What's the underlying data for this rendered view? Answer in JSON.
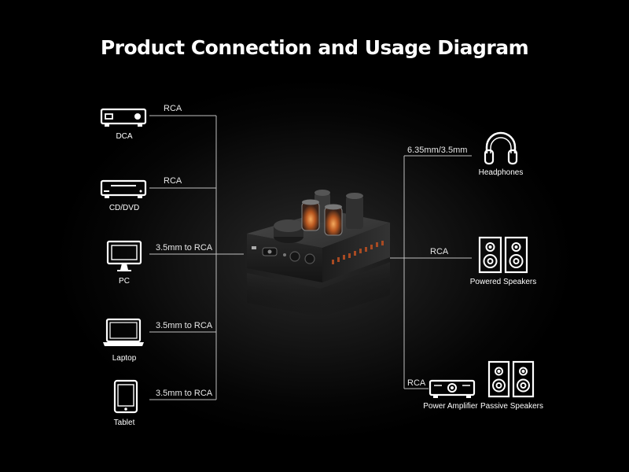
{
  "title": "Product Connection and Usage Diagram",
  "inputs": [
    {
      "device": "DCA",
      "icon": "dac-icon",
      "connection": "RCA"
    },
    {
      "device": "CD/DVD",
      "icon": "cd-dvd-player-icon",
      "connection": "RCA"
    },
    {
      "device": "PC",
      "icon": "monitor-icon",
      "connection": "3.5mm to RCA"
    },
    {
      "device": "Laptop",
      "icon": "laptop-icon",
      "connection": "3.5mm to RCA"
    },
    {
      "device": "Tablet",
      "icon": "tablet-icon",
      "connection": "3.5mm to RCA"
    }
  ],
  "outputs": [
    {
      "device": "Headphones",
      "icon": "headphones-icon",
      "connection": "6.35mm/3.5mm"
    },
    {
      "device": "Powered Speakers",
      "icon": "speakers-icon",
      "connection": "RCA"
    },
    {
      "device": "Power Amplifier",
      "icon": "amplifier-icon",
      "connection": "RCA"
    },
    {
      "device": "Passive Speakers",
      "icon": "speakers-icon"
    }
  ],
  "colors": {
    "background": "#000000",
    "line": "#bfbfbf",
    "text": "#ffffff",
    "tube_glow": "#ff8a3d"
  }
}
